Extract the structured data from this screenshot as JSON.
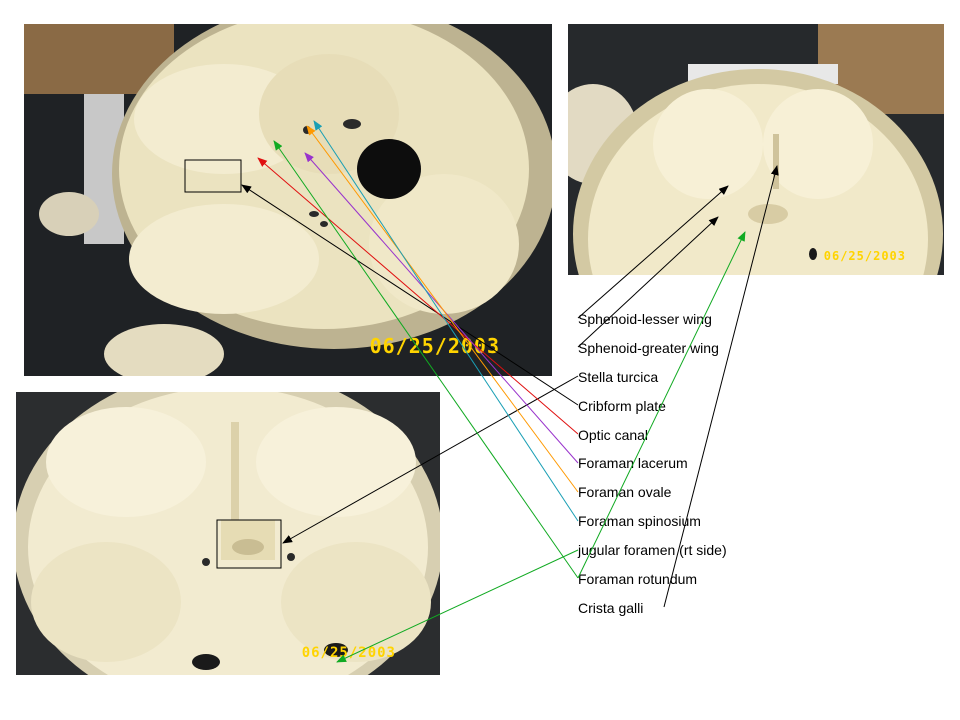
{
  "photos": [
    {
      "id": "top-left",
      "date_stamp": "06/25/2003"
    },
    {
      "id": "top-right",
      "date_stamp": "06/25/2003"
    },
    {
      "id": "bottom-left",
      "date_stamp": "06/25/2003"
    }
  ],
  "labels": [
    "Sphenoid-lesser wing",
    "Sphenoid-greater wing",
    "Stella turcica",
    "Cribform plate",
    "Optic canal",
    "Foraman lacerum",
    "Foraman ovale",
    "Foraman spinosium",
    "jugular foramen (rt side)",
    "Foraman rotundum",
    "Crista galli"
  ],
  "colors": {
    "black": "#000000",
    "red": "#e01010",
    "purple": "#9933cc",
    "orange": "#ff9900",
    "teal": "#1a9fb5",
    "green": "#11aa22",
    "stamp": "#ffd400"
  }
}
